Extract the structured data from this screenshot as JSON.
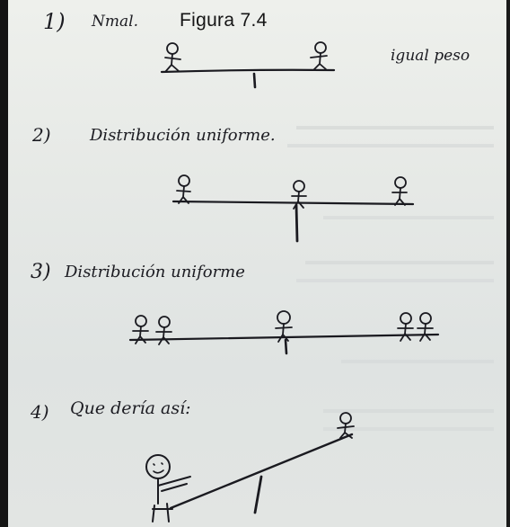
{
  "title": "Figura 7.4",
  "items": [
    {
      "number": "1)",
      "label": "Nmal.",
      "note": "igual peso"
    },
    {
      "number": "2)",
      "label": "Distribución uniforme."
    },
    {
      "number": "3)",
      "label": "Distribución uniforme"
    },
    {
      "number": "4)",
      "label": "Que dería así:"
    }
  ],
  "colors": {
    "ink": "#1a1a20",
    "paper": "#e6e9e6",
    "border": "#141414"
  }
}
